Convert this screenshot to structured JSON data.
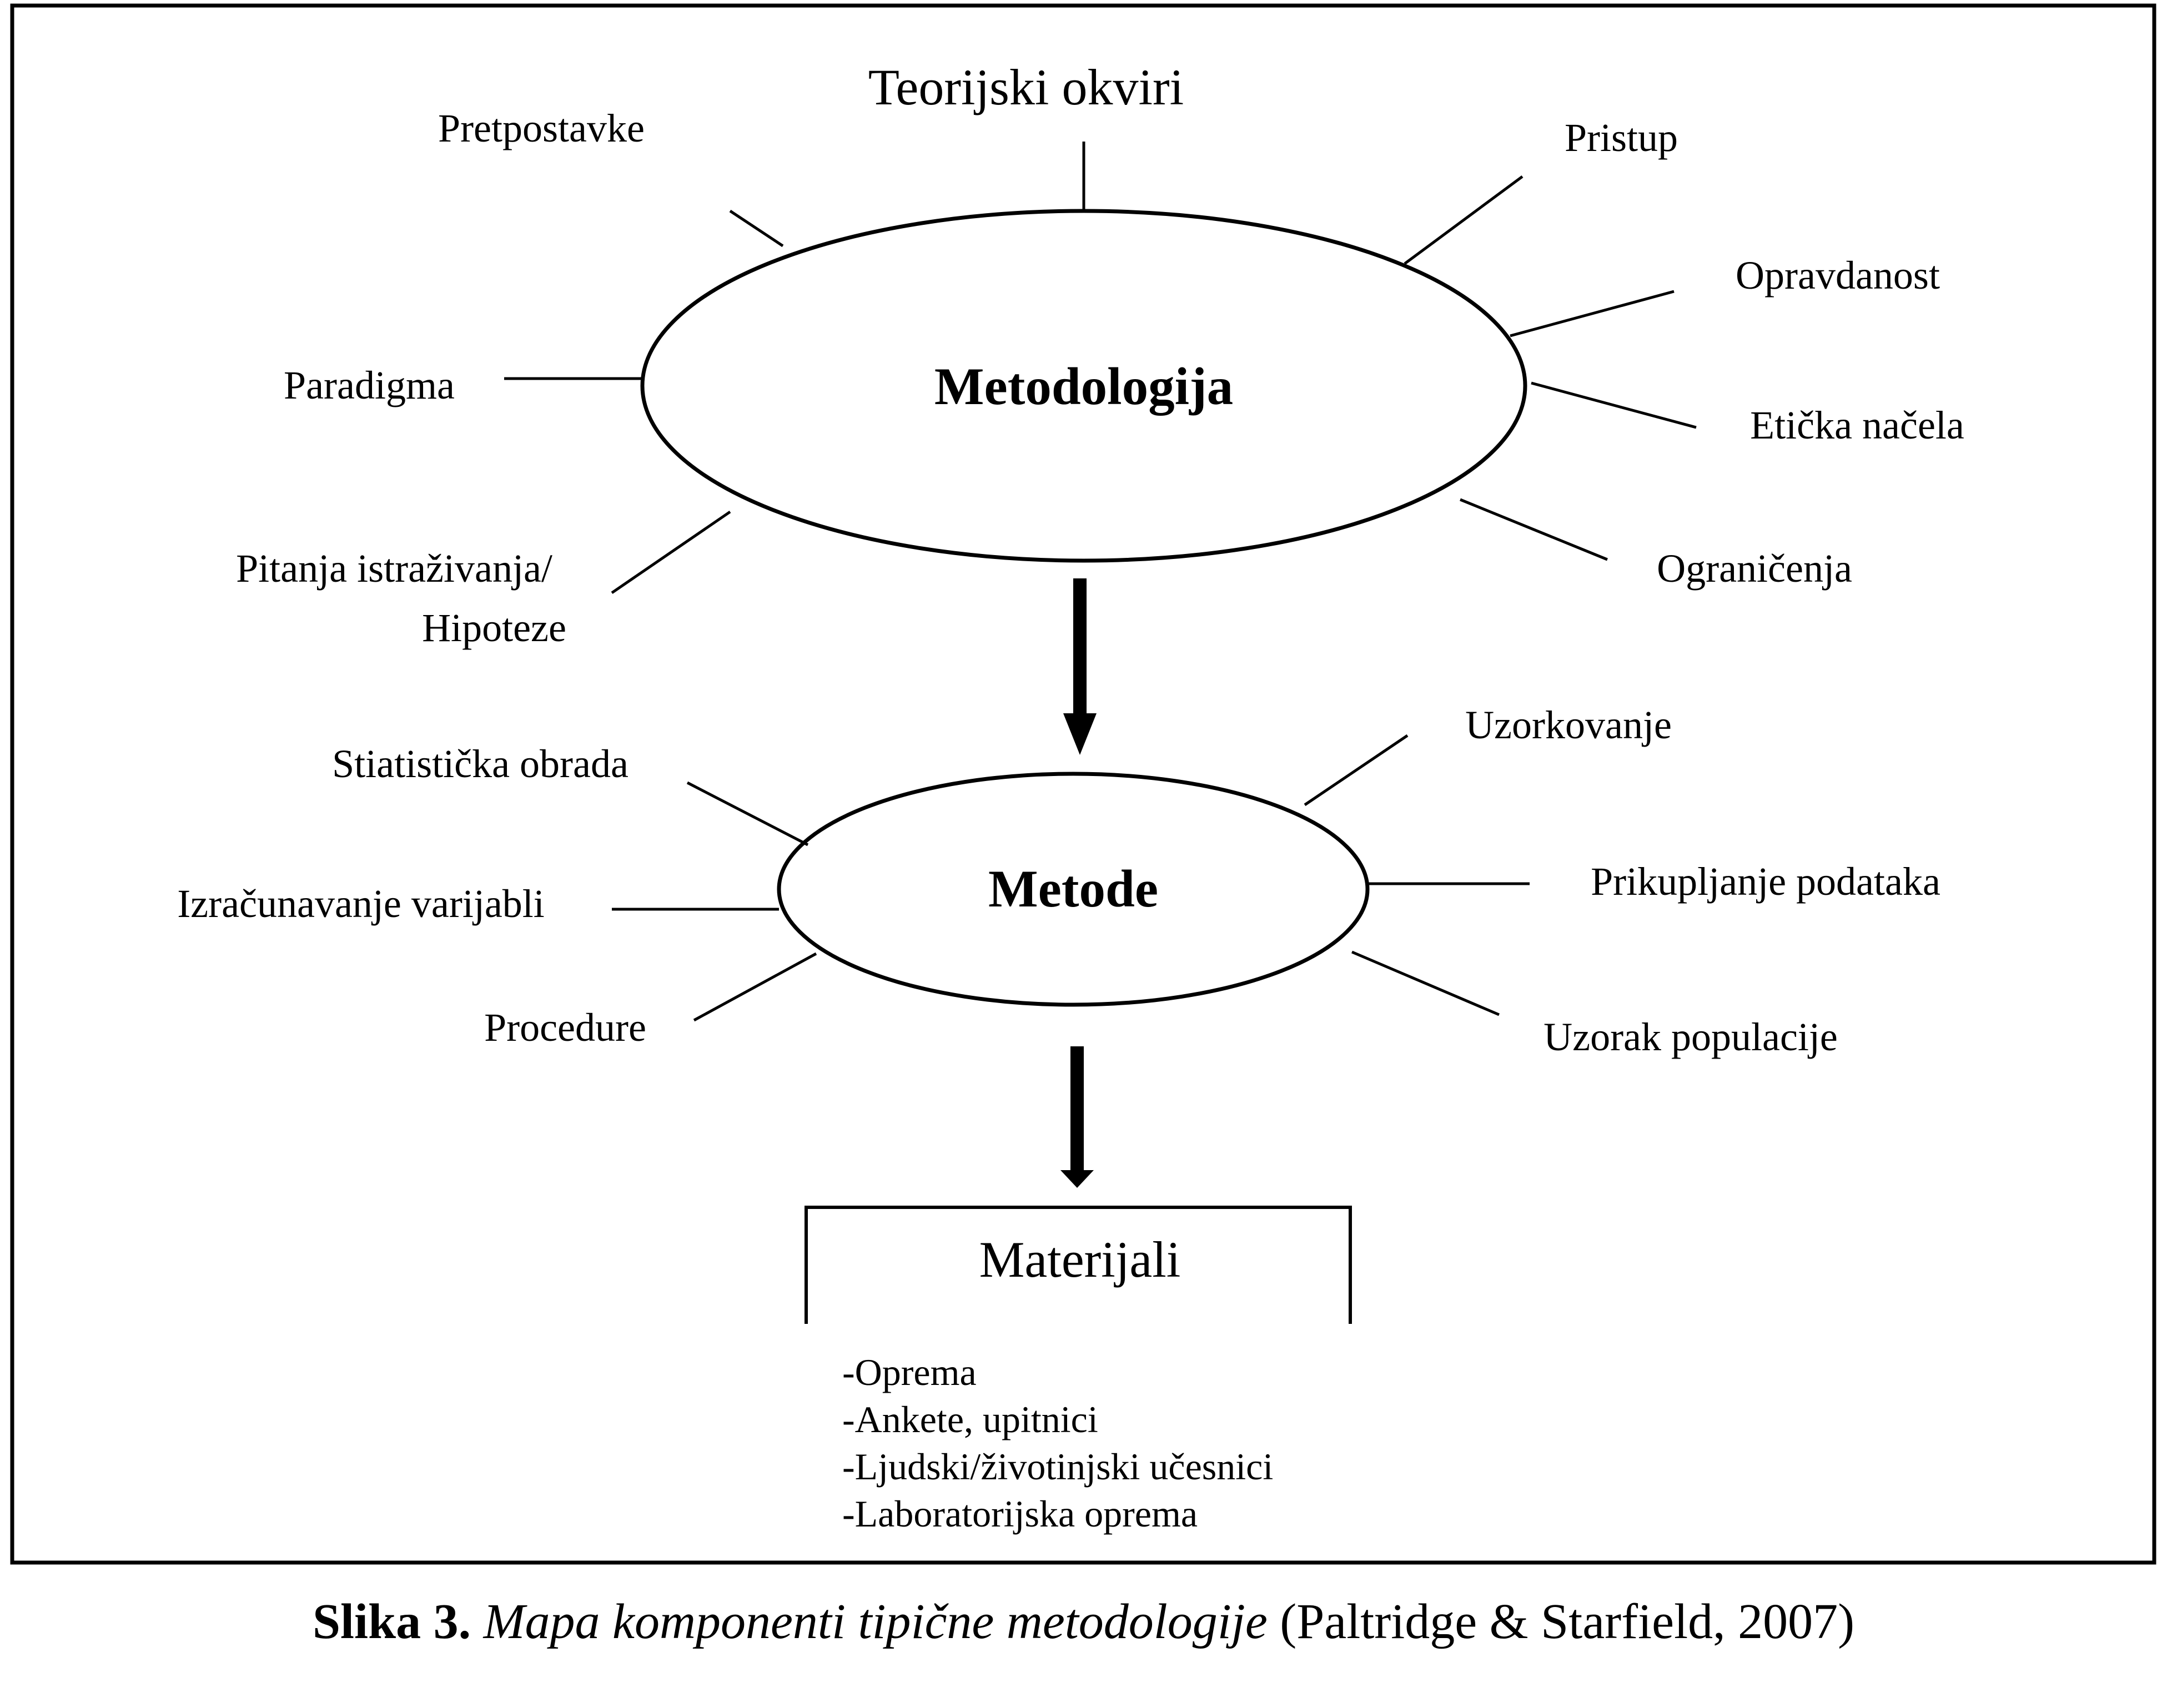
{
  "diagram": {
    "center_top": "Metodologija",
    "center_mid": "Metode",
    "methodology_components": {
      "theoretical": "Teorijski okviri",
      "assumptions": "Pretpostavke",
      "approach": "Pristup",
      "justification": "Opravdanost",
      "paradigm": "Paradigma",
      "ethics": "Etička načela",
      "questions_line1": "Pitanja istraživanja/",
      "questions_line2": "Hipoteze",
      "limitations": "Ograničenja"
    },
    "method_components": {
      "sampling": "Uzorkovanje",
      "statistics": "Stiatistička obrada",
      "data_collection": "Prikupljanje podataka",
      "variables": "Izračunavanje varijabli",
      "procedures": "Procedure",
      "population_sample": "Uzorak populacije"
    },
    "materials": {
      "title": "Materijali",
      "items": [
        "-Oprema",
        "-Ankete, upitnici",
        "-Ljudski/životinjski učesnici",
        "-Laboratorijska oprema"
      ]
    }
  },
  "caption": {
    "label": "Slika 3.",
    "title": "Mapa komponenti tipične metodologije",
    "source": "(Paltridge & Starfield, 2007)"
  }
}
